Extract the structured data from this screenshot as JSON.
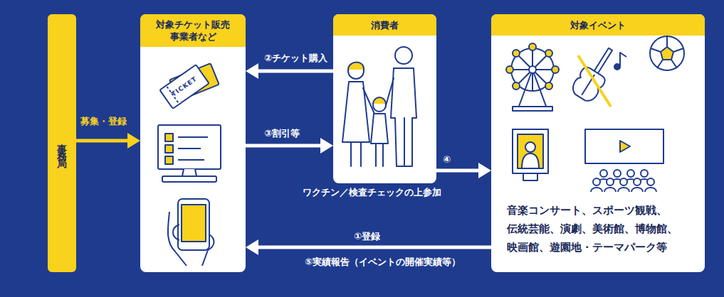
{
  "diagram": {
    "nodes": [
      {
        "text": [
          "事務局"
        ]
      },
      {
        "text": [
          "対象チケット販売 事業者など"
        ]
      },
      {
        "text": [
          "消費者"
        ]
      },
      {
        "text": [
          "対象イベント",
          "音楽コンサート、スポーツ観戦、 伝統芸能、演劇、美術館、博物館、 映画館、遊園地・テーマパーク等"
        ]
      }
    ],
    "edges": [
      {
        "from": 0,
        "to": 1,
        "arrow": "to",
        "label": "募集・登録"
      },
      {
        "from": 2,
        "to": 1,
        "arrow": "to",
        "label": "②チケット購入"
      },
      {
        "from": 1,
        "to": 2,
        "arrow": "to",
        "label": "③割引等"
      },
      {
        "from": 2,
        "to": 3,
        "arrow": "to",
        "label": "④"
      },
      {
        "from": 3,
        "to": 1,
        "arrow": "to",
        "label": "①登録"
      }
    ],
    "labels": [
      "TICKET",
      "ワクチン／検査チェックの上参加",
      "⑤実績報告（イベントの開催実績等）"
    ]
  }
}
